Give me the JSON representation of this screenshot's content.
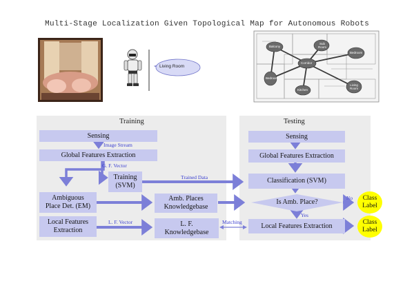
{
  "title": "Multi-Stage Localization Given Topological Map for Autonomous Robots",
  "robot_bubble": "Living Room",
  "map_rooms": {
    "balcony": "Balcony",
    "sub_room": "Sub Room",
    "bedroom_a": "Bedroom",
    "corridor": "Corridor",
    "bedroom_b": "Bedroom",
    "kitchen": "Kitchen",
    "living_room": "Living Room"
  },
  "training": {
    "header": "Training",
    "sensing": "Sensing",
    "image_stream": "Image Stream",
    "global_features": "Global Features Extraction",
    "gf_vector": "G. F. Vector",
    "training_svm_1": "Training",
    "training_svm_2": "(SVM)",
    "trained_data": "Trained Data",
    "ambiguous_1": "Ambiguous",
    "ambiguous_2": "Place Det. (EM)",
    "amb_kb_1": "Amb. Places",
    "amb_kb_2": "Knowledgebase",
    "local_features_1": "Local Features",
    "local_features_2": "Extraction",
    "lf_vector": "L. F. Vector",
    "lf_kb_1": "L. F.",
    "lf_kb_2": "Knowledgebase"
  },
  "testing": {
    "header": "Testing",
    "sensing": "Sensing",
    "global_features": "Global Features Extraction",
    "classification": "Classification (SVM)",
    "is_amb": "Is Amb. Place?",
    "no": "No",
    "yes": "Yes",
    "matching": "Matching",
    "local_features": "Local Features Extraction",
    "class_label_1a": "Class",
    "class_label_1b": "Label",
    "class_label_2a": "Class",
    "class_label_2b": "Label"
  },
  "colors": {
    "box": "#c7c9ef",
    "arrow": "#7c7fd8",
    "label": "#3a3fd0",
    "panel": "#ececec",
    "class_label": "#ffff00"
  }
}
